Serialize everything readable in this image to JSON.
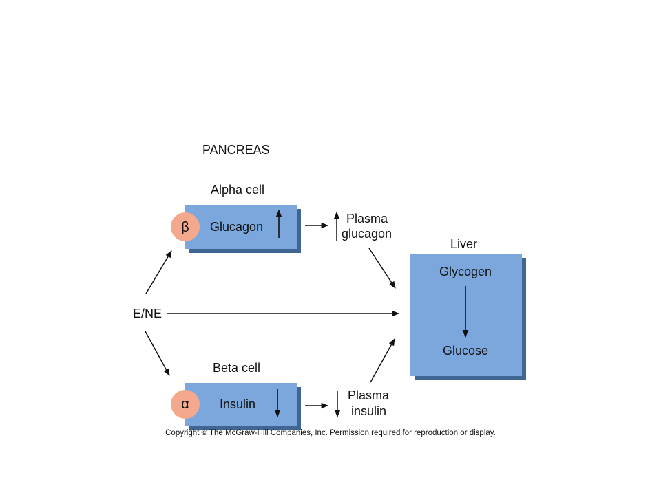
{
  "title": "PANCREAS",
  "alpha_cell": {
    "label": "Alpha cell",
    "receptor": "β",
    "hormone": "Glucagon"
  },
  "beta_cell": {
    "label": "Beta cell",
    "receptor": "α",
    "hormone": "Insulin"
  },
  "plasma_glucagon": {
    "line1": "Plasma",
    "line2": "glucagon"
  },
  "plasma_insulin": {
    "line1": "Plasma",
    "line2": "insulin"
  },
  "stimulus": "E/NE",
  "liver": {
    "label": "Liver",
    "top": "Glycogen",
    "bottom": "Glucose"
  },
  "copyright": "Copyright © The McGraw-Hill Companies, Inc. Permission required for reproduction or display.",
  "colors": {
    "box_fill": "#7ba7dd",
    "box_shadow": "#3f6593",
    "receptor_fill": "#f4a98f"
  }
}
